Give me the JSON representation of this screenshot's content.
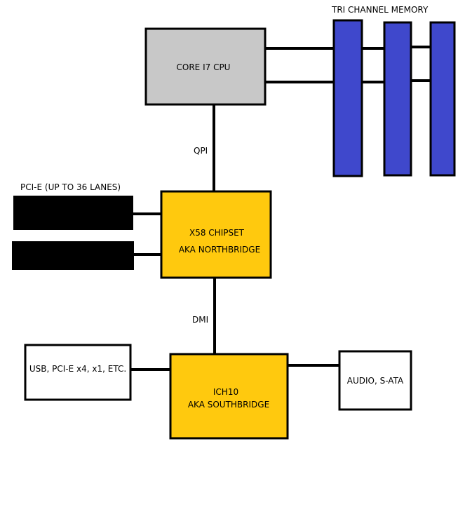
{
  "diagram": {
    "memory_title": "TRI CHANNEL MEMORY",
    "cpu": {
      "label": "CORE I7 CPU",
      "fill": "#c8c8c8"
    },
    "qpi_label": "QPI",
    "pcie_label": "PCI-E (UP TO 36 LANES)",
    "northbridge": {
      "line1": "X58 CHIPSET",
      "line2": "AKA NORTHBRIDGE",
      "fill": "#ffc90e"
    },
    "dmi_label": "DMI",
    "southbridge": {
      "line1": "ICH10",
      "line2": "AKA SOUTHBRIDGE",
      "fill": "#ffc90e"
    },
    "left_io": {
      "label": "USB, PCI-E x4, x1, ETC."
    },
    "right_io": {
      "label": "AUDIO, S-ATA"
    },
    "memory_fill": "#3f48cc",
    "slot_fill": "#000000"
  }
}
